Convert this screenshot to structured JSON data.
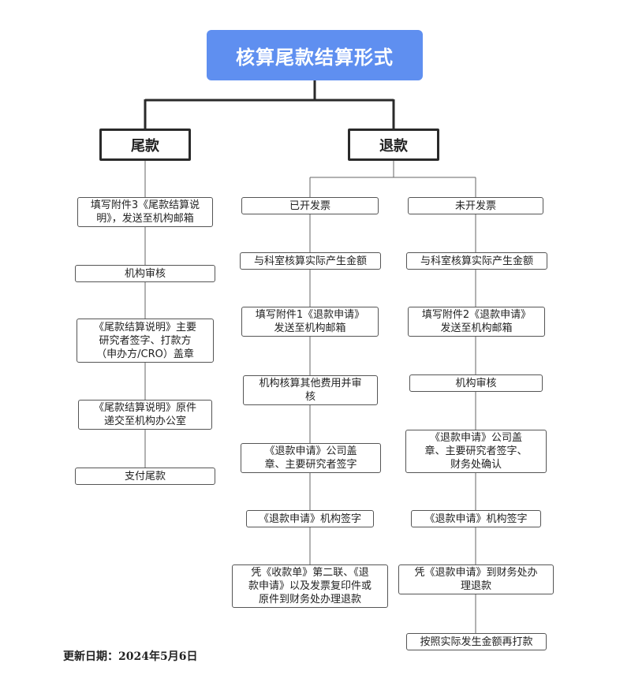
{
  "title": "核算尾款结算形式",
  "branches": {
    "tail": "尾款",
    "refund": "退款"
  },
  "tail_steps": [
    "填写附件3《尾款结算说\n明》，发送至机构邮箱",
    "机构审核",
    "《尾款结算说明》主要\n研究者签字、打款方\n（申办方/CRO）盖章",
    "《尾款结算说明》原件\n递交至机构办公室",
    "支付尾款"
  ],
  "invoiced": {
    "label": "已开发票",
    "steps": [
      "与科室核算实际产生金额",
      "填写附件1《退款申请》\n发送至机构邮箱",
      "机构核算其他费用并审\n核",
      "《退款申请》公司盖\n章、主要研究者签字",
      "《退款申请》机构签字",
      "凭《收款单》第二联、《退\n款申请》以及发票复印件或\n原件到财务处办理退款"
    ]
  },
  "not_invoiced": {
    "label": "未开发票",
    "steps": [
      "与科室核算实际产生金额",
      "填写附件2《退款申请》\n发送至机构邮箱",
      "机构审核",
      "《退款申请》公司盖\n章、主要研究者签字、\n财务处确认",
      "《退款申请》机构签字",
      "凭《退款申请》到财务处办\n理退款",
      "按照实际发生金额再打款"
    ]
  },
  "footer": "更新日期：2024年5月6日"
}
